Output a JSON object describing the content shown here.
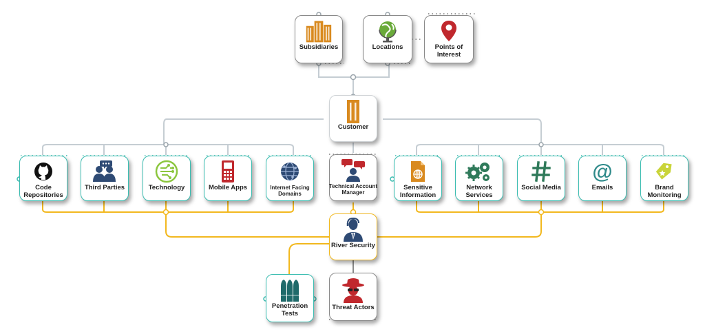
{
  "colors": {
    "gray_line": "#c5cdd3",
    "teal": "#3bbdb1",
    "gold": "#f2b81e",
    "orange": "#d98a1f",
    "navy": "#2e4a74",
    "green": "#6aaa3a",
    "red": "#c0282d",
    "dark_green": "#2f7a5a"
  },
  "top": {
    "subsidiaries": {
      "label": "Subsidiaries",
      "icon": "buildings-icon"
    },
    "locations": {
      "label": "Locations",
      "icon": "globe-icon"
    },
    "points_of_interest": {
      "label": "Points of Interest",
      "icon": "map-pin-icon"
    }
  },
  "customer": {
    "label": "Customer",
    "icon": "building-icon"
  },
  "left_assets": [
    {
      "label": "Code Repositories",
      "icon": "github-icon"
    },
    {
      "label": "Third Parties",
      "icon": "people-chat-icon"
    },
    {
      "label": "Technology",
      "icon": "circuit-icon"
    },
    {
      "label": "Mobile Apps",
      "icon": "mobile-phone-icon"
    },
    {
      "label": "Internet Facing Domains",
      "icon": "network-globe-icon"
    }
  ],
  "tam": {
    "label": "Technical Account Manager",
    "icon": "manager-chat-icon"
  },
  "right_assets": [
    {
      "label": "Sensitive Information",
      "icon": "document-globe-icon"
    },
    {
      "label": "Network Services",
      "icon": "gears-icon"
    },
    {
      "label": "Social Media",
      "icon": "hashtag-icon"
    },
    {
      "label": "Emails",
      "icon": "at-sign-icon"
    },
    {
      "label": "Brand Monitoring",
      "icon": "price-tag-icon"
    }
  ],
  "river_security": {
    "label": "River Security",
    "icon": "agent-icon"
  },
  "bottom": {
    "penetration_tests": {
      "label": "Penetration Tests",
      "icon": "bullets-icon"
    },
    "threat_actors": {
      "label": "Threat Actors",
      "icon": "spy-icon"
    }
  }
}
